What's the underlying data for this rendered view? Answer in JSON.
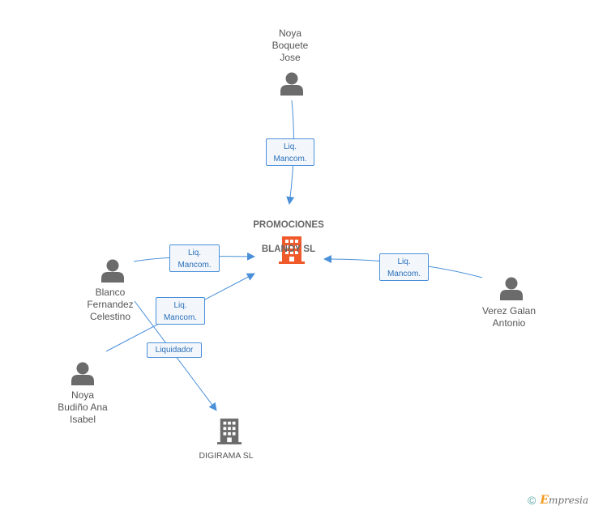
{
  "companies": {
    "main": {
      "name_line1": "PROMOCIONES",
      "name_line2": "BLANOY SL",
      "icon": "building-icon",
      "color": "#f05a2a"
    },
    "digirama": {
      "name": "DIGIRAMA SL",
      "icon": "building-icon",
      "color": "#666666"
    }
  },
  "people": {
    "noya_boquete": {
      "name": "Noya\nBoquete\nJose",
      "icon": "person-icon"
    },
    "blanco_fernandez": {
      "name": "Blanco\nFernandez\nCelestino",
      "icon": "person-icon"
    },
    "verez_galan": {
      "name": "Verez Galan\nAntonio",
      "icon": "person-icon"
    },
    "noya_budino": {
      "name": "Noya\nBudiño Ana\nIsabel",
      "icon": "person-icon"
    }
  },
  "relations": {
    "noya_boquete_to_main": "Liq.\nMancom.",
    "blanco_to_main": "Liq.\nMancom.",
    "budino_to_main": "Liq.\nMancom.",
    "verez_to_main": "Liq.\nMancom.",
    "blanco_to_digirama": "Liquidador"
  },
  "watermark": {
    "symbol": "©",
    "brand_initial": "E",
    "brand_rest": "mpresia"
  },
  "colors": {
    "edge": "#4a90d9",
    "person_icon": "#6b6b6b",
    "label_text": "#555555"
  }
}
